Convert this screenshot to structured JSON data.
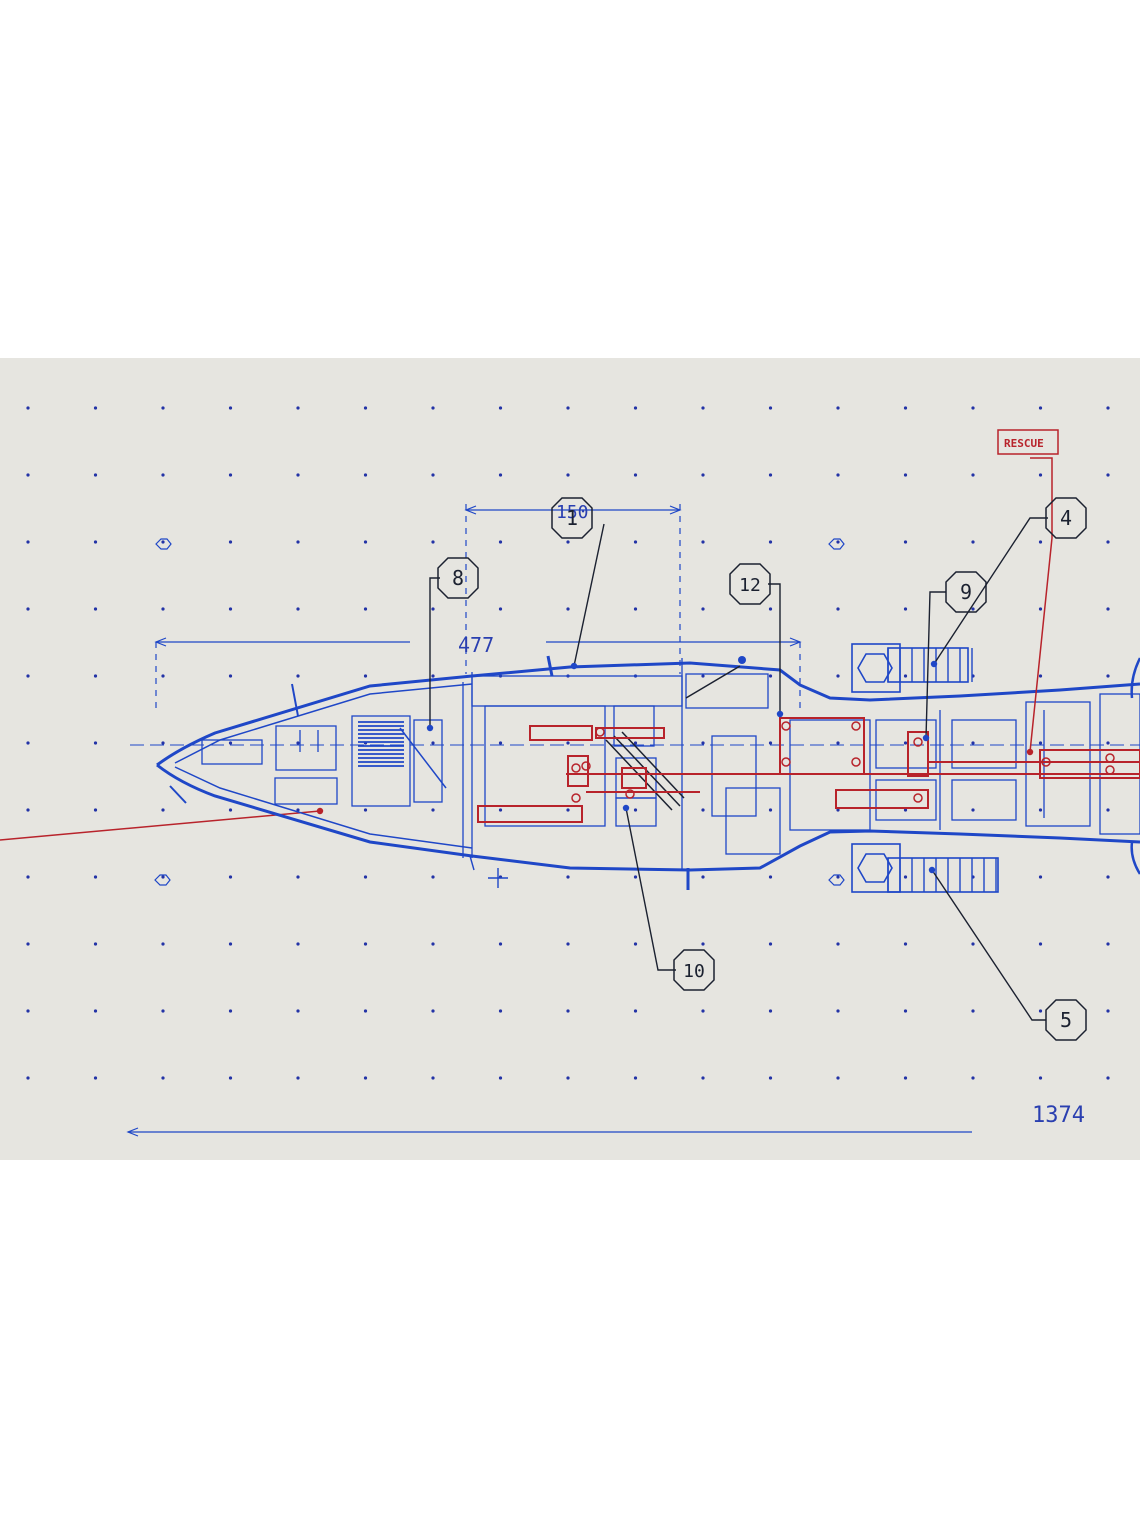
{
  "drawing": {
    "callouts": [
      {
        "id": "c1",
        "label": "1"
      },
      {
        "id": "c4",
        "label": "4"
      },
      {
        "id": "c5",
        "label": "5"
      },
      {
        "id": "c8",
        "label": "8"
      },
      {
        "id": "c9",
        "label": "9"
      },
      {
        "id": "c10",
        "label": "10"
      },
      {
        "id": "c12",
        "label": "12"
      }
    ],
    "dimensions": {
      "top_small": "150",
      "mid": "477",
      "overall": "1374"
    },
    "tag": "RESCUE"
  },
  "colors": {
    "paper": "#e6e5e0",
    "blue_ink": "#1f47c7",
    "red_ink": "#b8232b",
    "black_ink": "#1b2130"
  }
}
